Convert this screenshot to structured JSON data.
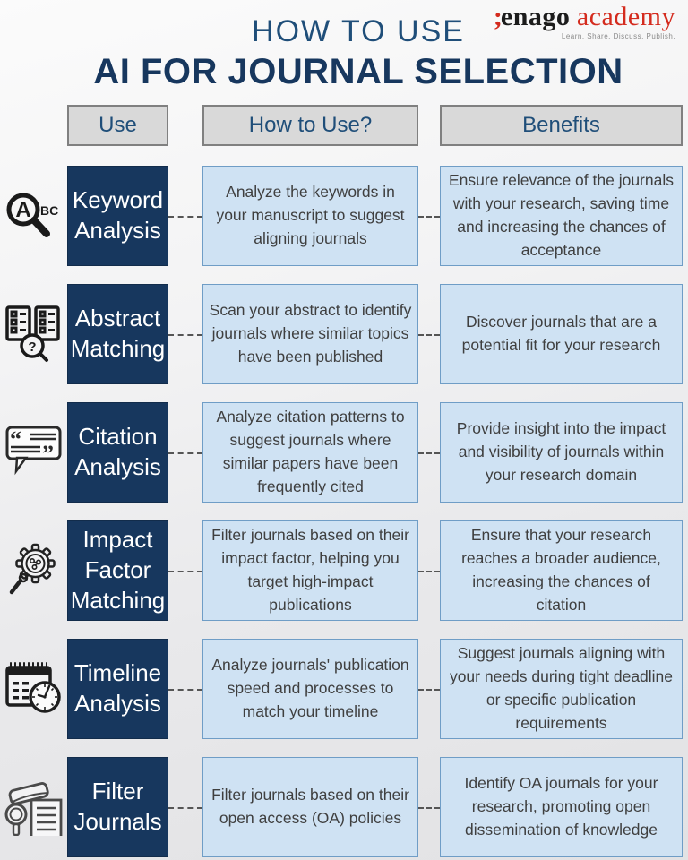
{
  "logo": {
    "mark": ";",
    "name": "enago",
    "suffix": "academy",
    "tagline": "Learn. Share. Discuss. Publish."
  },
  "title": {
    "line1": "HOW TO USE",
    "line2": "AI FOR JOURNAL SELECTION"
  },
  "table": {
    "columns": [
      "Use",
      "How to Use?",
      "Benefits"
    ],
    "rows": [
      {
        "icon": "keyword-search-magnifier-abc-icon",
        "use": "Keyword Analysis",
        "how": "Analyze the keywords in your manuscript to suggest aligning journals",
        "benefit": "Ensure relevance of the journals with your research, saving time and increasing the chances of acceptance"
      },
      {
        "icon": "abstract-checklists-magnifier-question-icon",
        "use": "Abstract Matching",
        "how": "Scan your abstract to identify journals where similar topics have been published",
        "benefit": "Discover journals that are a potential fit for your research"
      },
      {
        "icon": "citation-quote-bubble-icon",
        "use": "Citation Analysis",
        "how": "Analyze citation patterns to suggest journals where similar papers have been frequently cited",
        "benefit": "Provide insight into the impact and visibility of journals within your research domain"
      },
      {
        "icon": "impact-gear-magnifier-icon",
        "use": "Impact Factor Matching",
        "how": "Filter journals based on their impact factor, helping you target high-impact publications",
        "benefit": "Ensure that your research reaches a broader audience, increasing the chances of citation"
      },
      {
        "icon": "timeline-calendar-clock-icon",
        "use": "Timeline Analysis",
        "how": "Analyze journals' publication speed and processes to match your timeline",
        "benefit": "Suggest journals aligning with your needs during tight deadline or specific publication requirements"
      },
      {
        "icon": "filter-journals-book-magnifier-document-icon",
        "use": "Filter Journals",
        "how": "Filter journals based on their open access (OA) policies",
        "benefit": "Identify OA journals for your research, promoting open dissemination of knowledge"
      }
    ]
  },
  "colors": {
    "dark_navy": "#17375e",
    "title_navy": "#1f4e79",
    "light_blue_fill": "#cfe2f3",
    "light_blue_border": "#6f9dc6",
    "header_gray": "#d9d9d9",
    "logo_red": "#d42b1e"
  }
}
